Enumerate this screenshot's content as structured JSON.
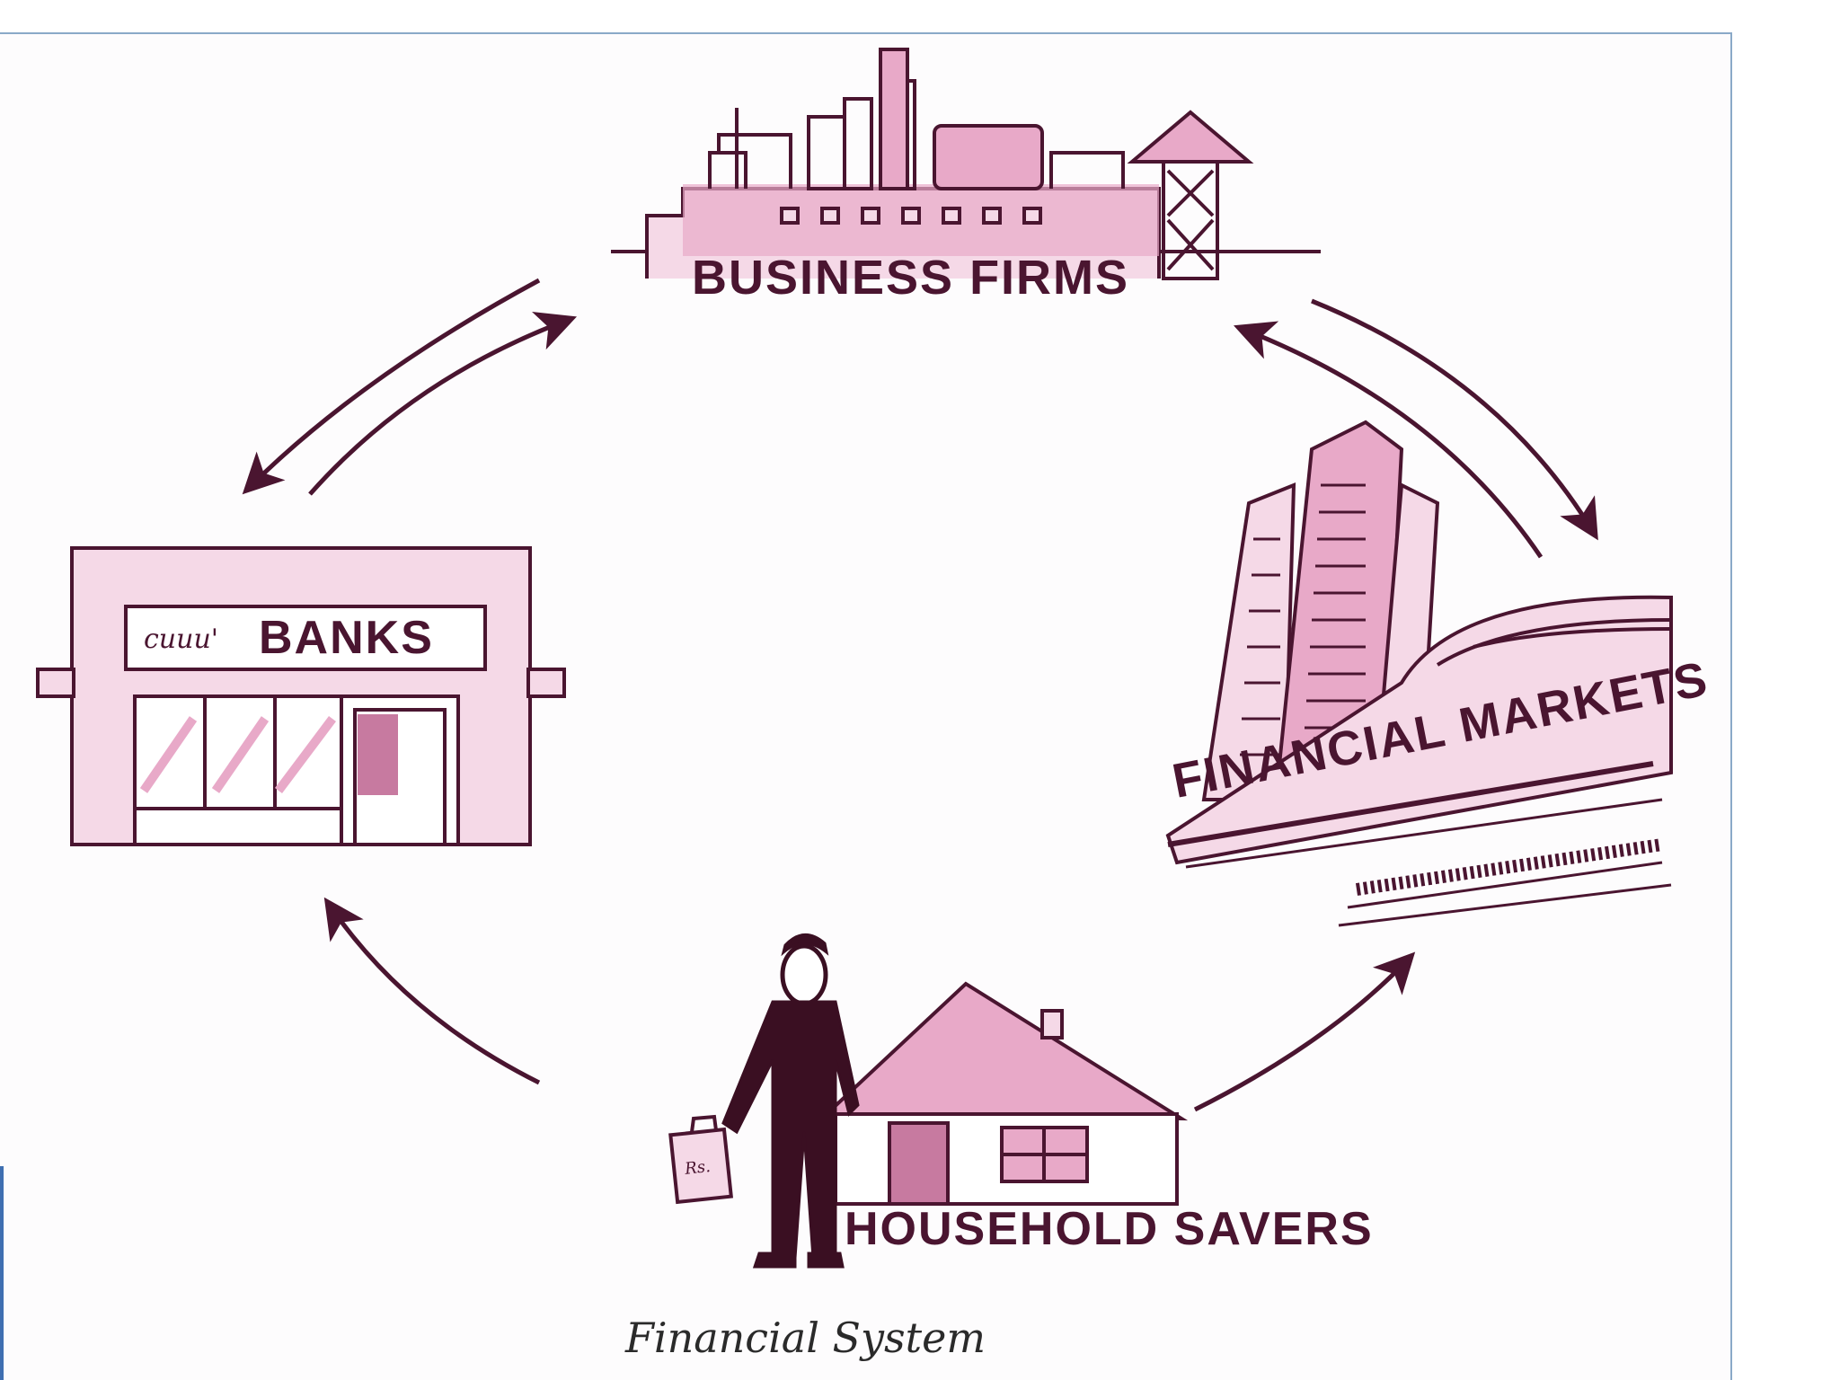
{
  "nodes": {
    "business_firms": "BUSINESS FIRMS",
    "banks": "BANKS",
    "banks_logo": "cuuu'",
    "financial_markets": "FINANCIAL MARKETS",
    "household_savers": "HOUSEHOLD SAVERS"
  },
  "caption": "Financial System",
  "colors": {
    "pink_fill": "#e8a9c8",
    "light_pink": "#f5d9e7",
    "ink": "#4a1530",
    "frame": "#8aa9c8",
    "accent_bar": "#3f6fb1"
  },
  "icons": [
    "factory-icon",
    "bank-building-icon",
    "stock-exchange-icon",
    "house-icon",
    "person-icon",
    "briefcase-icon"
  ]
}
